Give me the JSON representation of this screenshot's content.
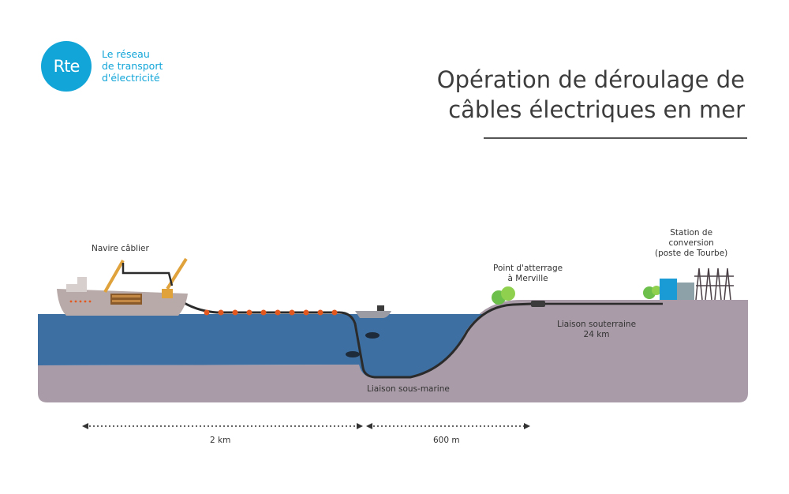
{
  "brand": {
    "logo_text": "Rte",
    "tagline": [
      "Le réseau",
      "de transport",
      "d'électricité"
    ],
    "color": "#12a5d8"
  },
  "title": [
    "Opération de déroulage de",
    "câbles électriques en mer"
  ],
  "labels": {
    "ship": "Navire câblier",
    "landing": [
      "Point d'atterrage",
      "à Merville"
    ],
    "station": [
      "Station de",
      "conversion",
      "(poste de Tourbe)"
    ],
    "underground": [
      "Liaison souterraine",
      "24 km"
    ],
    "submarine": "Liaison sous-marine"
  },
  "distances": {
    "sea": "2 km",
    "shore": "600 m"
  },
  "colors": {
    "sea": "#3d6fa3",
    "ground": "#a99ba7",
    "cable": "#2b2b2b",
    "buoy": "#e2581f",
    "crane": "#e0a23b"
  }
}
